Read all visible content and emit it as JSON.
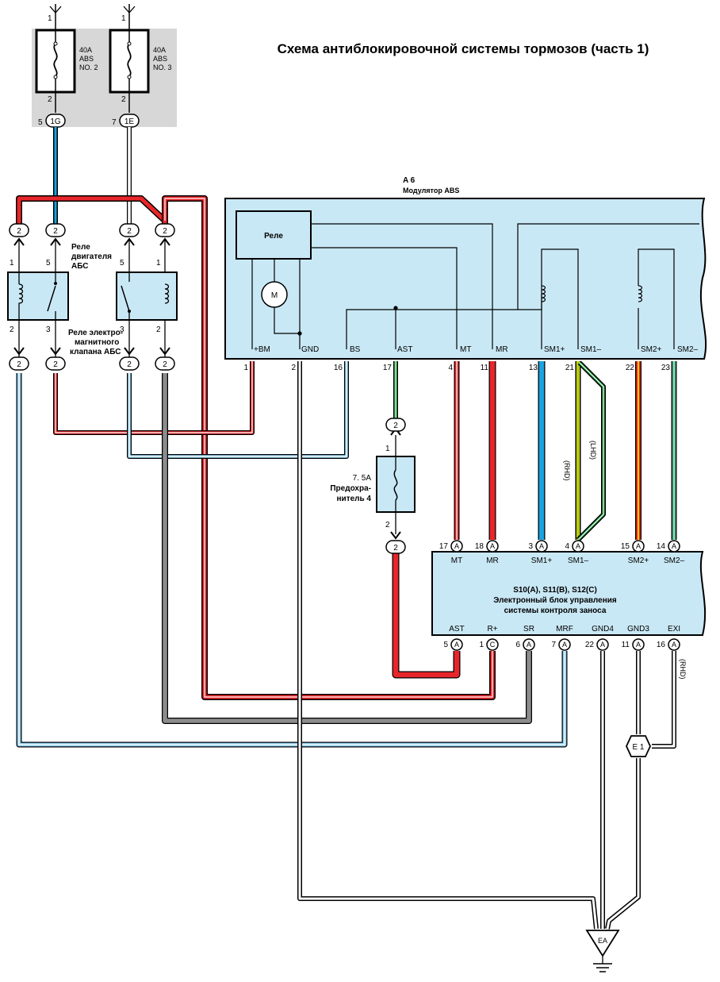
{
  "title": "Схема антиблокировочной системы тормозов (часть 1)",
  "fuses": {
    "abs2": {
      "rating": "40A",
      "name1": "ABS",
      "name2": "NO. 2",
      "pin_top": "1",
      "pin_bottom": "2",
      "conn_num": "5",
      "conn_id": "1G"
    },
    "abs3": {
      "rating": "40A",
      "name1": "ABS",
      "name2": "NO. 3",
      "pin_top": "1",
      "pin_bottom": "2",
      "conn_num": "7",
      "conn_id": "1E"
    },
    "fuse4": {
      "rating": "7. 5A",
      "name1": "Предохра-",
      "name2": "нитель 4",
      "pin_top": "1",
      "pin_bottom": "2",
      "conn": "2"
    }
  },
  "relays": {
    "motor": {
      "label1": "Реле",
      "label2": "двигателя",
      "label3": "АБС",
      "pins": [
        "1",
        "5",
        "2",
        "3"
      ]
    },
    "solenoid": {
      "label1": "Реле электро-",
      "label2": "магнитного",
      "label3": "клапана АБС",
      "pins": [
        "5",
        "1",
        "3",
        "2"
      ]
    },
    "conn": "2"
  },
  "modulator": {
    "id": "A 6",
    "name": "Модулятор ABS",
    "relay_label": "Реле",
    "motor_label": "M",
    "terminals": [
      {
        "label": "+BM",
        "pin": "1"
      },
      {
        "label": "GND",
        "pin": "2"
      },
      {
        "label": "BS",
        "pin": "16"
      },
      {
        "label": "AST",
        "pin": "17"
      },
      {
        "label": "MT",
        "pin": "4"
      },
      {
        "label": "MR",
        "pin": "11"
      },
      {
        "label": "SM1+",
        "pin": "13"
      },
      {
        "label": "SM1–",
        "pin": "21"
      },
      {
        "label": "SM2+",
        "pin": "22"
      },
      {
        "label": "SM2–",
        "pin": "23"
      }
    ]
  },
  "ecu": {
    "id": "S10(A), S11(B), S12(C)",
    "name1": "Электронный блок управления",
    "name2": "системы контроля заноса",
    "top_terminals": [
      {
        "pin": "17",
        "conn": "A",
        "label": "MT"
      },
      {
        "pin": "18",
        "conn": "A",
        "label": "MR"
      },
      {
        "pin": "3",
        "conn": "A",
        "label": "SM1+"
      },
      {
        "pin": "4",
        "conn": "A",
        "label": "SM1–"
      },
      {
        "pin": "15",
        "conn": "A",
        "label": "SM2+"
      },
      {
        "pin": "14",
        "conn": "A",
        "label": "SM2–"
      }
    ],
    "bottom_terminals": [
      {
        "pin": "5",
        "conn": "A",
        "label": "AST"
      },
      {
        "pin": "1",
        "conn": "C",
        "label": "R+"
      },
      {
        "pin": "6",
        "conn": "A",
        "label": "SR"
      },
      {
        "pin": "7",
        "conn": "A",
        "label": "MRF"
      },
      {
        "pin": "22",
        "conn": "A",
        "label": "GND4"
      },
      {
        "pin": "11",
        "conn": "A",
        "label": "GND3"
      },
      {
        "pin": "16",
        "conn": "A",
        "label": "EXI"
      }
    ]
  },
  "notes": {
    "rhd": "(RHD)",
    "lhd": "(LHD)",
    "rhd2": "(RHD)"
  },
  "ground_points": {
    "e1": "E 1",
    "ea": "EA"
  },
  "colors": {
    "red": "#e8262a",
    "blue": "#1aa3e0",
    "gray": "#8c8c8c",
    "yellow": "#f2e400",
    "green": "#2aa84a",
    "module_fill": "#c9e8f5",
    "fuse_panel": "#d7d7d7"
  }
}
